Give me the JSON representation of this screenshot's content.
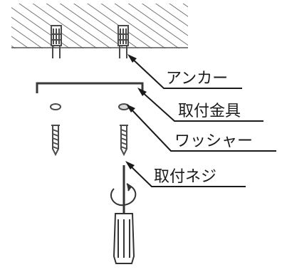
{
  "labels": {
    "anchor": "アンカー",
    "bracket": "取付金具",
    "washer": "ワッシャー",
    "screw": "取付ネジ"
  },
  "colors": {
    "ink": "#1a1a1a",
    "part": "#4a4a4a",
    "hatch": "#555555",
    "background": "#ffffff"
  }
}
